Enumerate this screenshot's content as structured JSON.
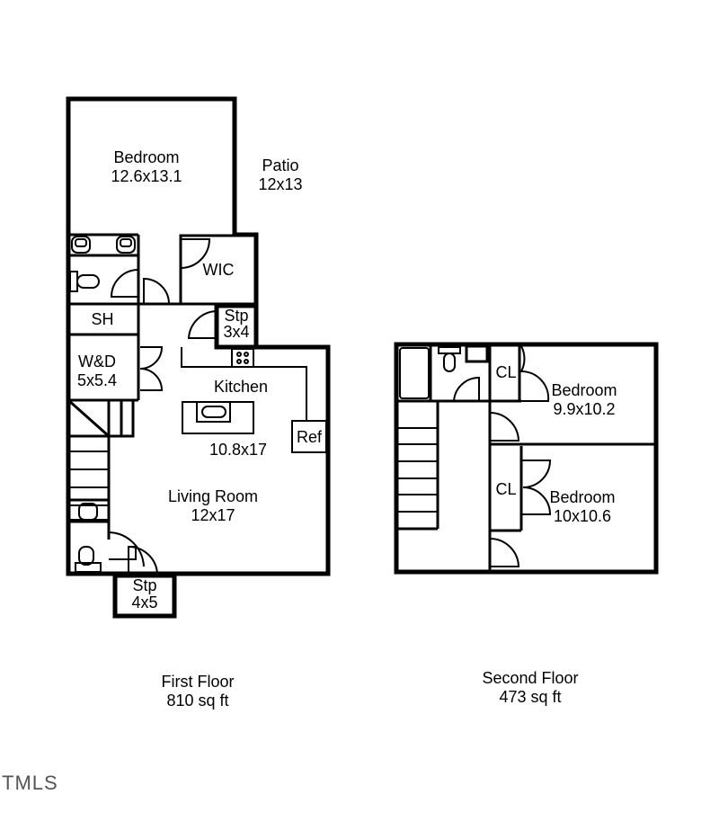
{
  "first_floor": {
    "caption": "First Floor",
    "area": "810 sq ft",
    "rooms": {
      "bedroom": {
        "name": "Bedroom",
        "size": "12.6x13.1"
      },
      "patio": {
        "name": "Patio",
        "size": "12x13"
      },
      "wic": {
        "name": "WIC"
      },
      "shower": {
        "name": "SH"
      },
      "stoop_rear": {
        "name": "Stp",
        "size": "3x4"
      },
      "laundry": {
        "name": "W&D",
        "size": "5x5.4"
      },
      "kitchen": {
        "name": "Kitchen",
        "size": "10.8x17"
      },
      "refrigerator": {
        "name": "Ref"
      },
      "living_room": {
        "name": "Living Room",
        "size": "12x17"
      },
      "stoop_front": {
        "name": "Stp",
        "size": "4x5"
      }
    }
  },
  "second_floor": {
    "caption": "Second Floor",
    "area": "473 sq ft",
    "rooms": {
      "closet_1": {
        "name": "CL"
      },
      "bedroom_1": {
        "name": "Bedroom",
        "size": "9.9x10.2"
      },
      "closet_2": {
        "name": "CL"
      },
      "bedroom_2": {
        "name": "Bedroom",
        "size": "10x10.6"
      }
    }
  },
  "watermark": "TMLS"
}
